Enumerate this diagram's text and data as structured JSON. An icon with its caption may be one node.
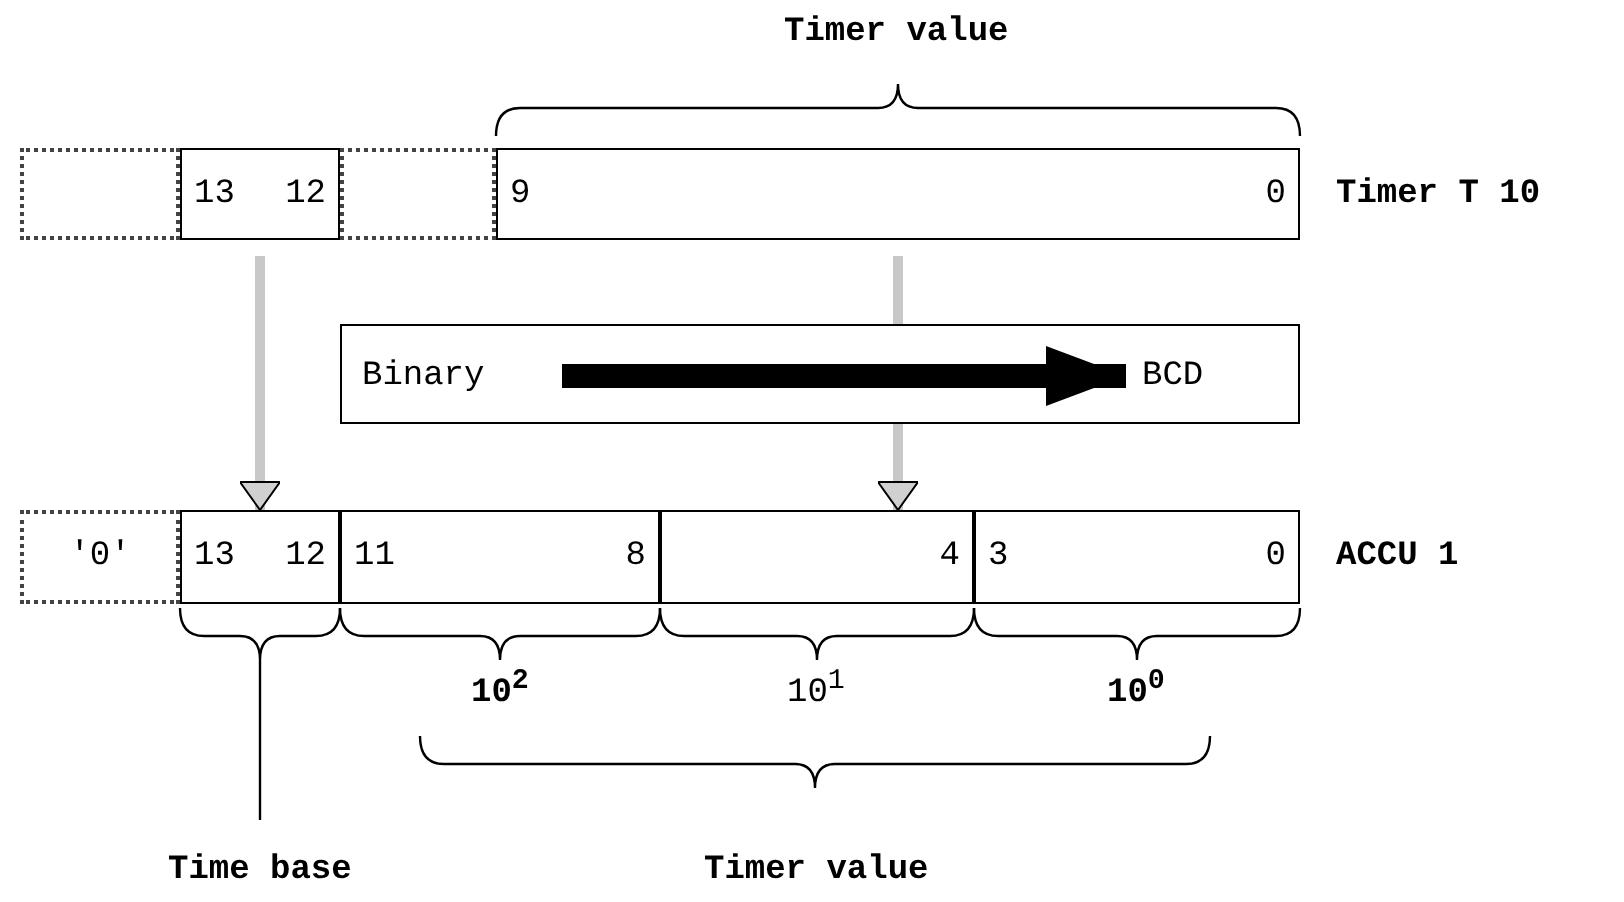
{
  "diagram": {
    "nodes": [
      {
        "text": [],
        "shape": "box"
      },
      {
        "text": [
          "13",
          "12"
        ]
      },
      {
        "text": [],
        "shape": "box"
      },
      {
        "text": [
          "9",
          "0"
        ]
      },
      {
        "text": [],
        "shape": "box"
      },
      {
        "text": [
          "Binary"
        ],
        "in": 4
      },
      {
        "text": [
          "BCD"
        ],
        "in": 4
      },
      {
        "text": [
          "'0'"
        ]
      },
      {
        "text": [
          "13",
          "12"
        ]
      },
      {
        "text": [
          "11",
          "8"
        ]
      },
      {
        "text": [
          "4"
        ]
      },
      {
        "text": [
          "3",
          "0"
        ]
      }
    ],
    "edges": [
      {
        "from": 1,
        "to": 8,
        "arrow": "to"
      },
      {
        "from": 3,
        "to": 10,
        "arrow": "to"
      },
      {
        "from": 5,
        "to": 6,
        "arrow": "to",
        "style": "thick",
        "color": "#000000"
      }
    ],
    "labels": [
      "Timer value",
      "Timer T 10",
      "ACCU 1",
      "10$^{2}$",
      "10$^{1}$",
      "10$^{0}$",
      "Time base",
      "Timer value"
    ]
  }
}
